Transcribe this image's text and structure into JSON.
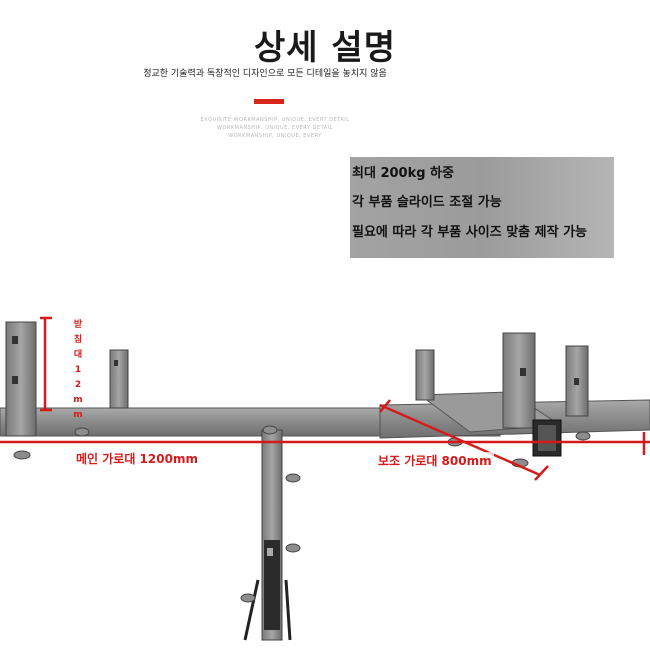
{
  "header": {
    "title": "상세 설명",
    "subtitle": "정교한 기술력과 독창적인 디자인으로 모든 디테일을 놓치지 않음",
    "faint_lines": [
      "EXQUISITE WORKMANSHIP, UNIQUE, EVERY DETAIL",
      "WORKMANSHIP, UNIQUE, EVERY DETAIL",
      "WORKMANSHIP, UNIQUE, EVERY"
    ]
  },
  "specs": [
    "최대 200kg 하중",
    "각 부품 슬라이드 조절 가능",
    "필요에 따라 각 부품 사이즈 맞춤 제작 가능"
  ],
  "dimensions": {
    "main_beam": "메인 가로대 1200mm",
    "aux_beam": "보조 가로대 800mm",
    "support_vertical": [
      "받",
      "침",
      "대",
      "1",
      "2",
      "m",
      "m"
    ]
  },
  "colors": {
    "accent": "#d8261c",
    "dimension": "#d61a1a",
    "spec_box": "#a0a0a0",
    "steel": "#8c8c8c"
  }
}
